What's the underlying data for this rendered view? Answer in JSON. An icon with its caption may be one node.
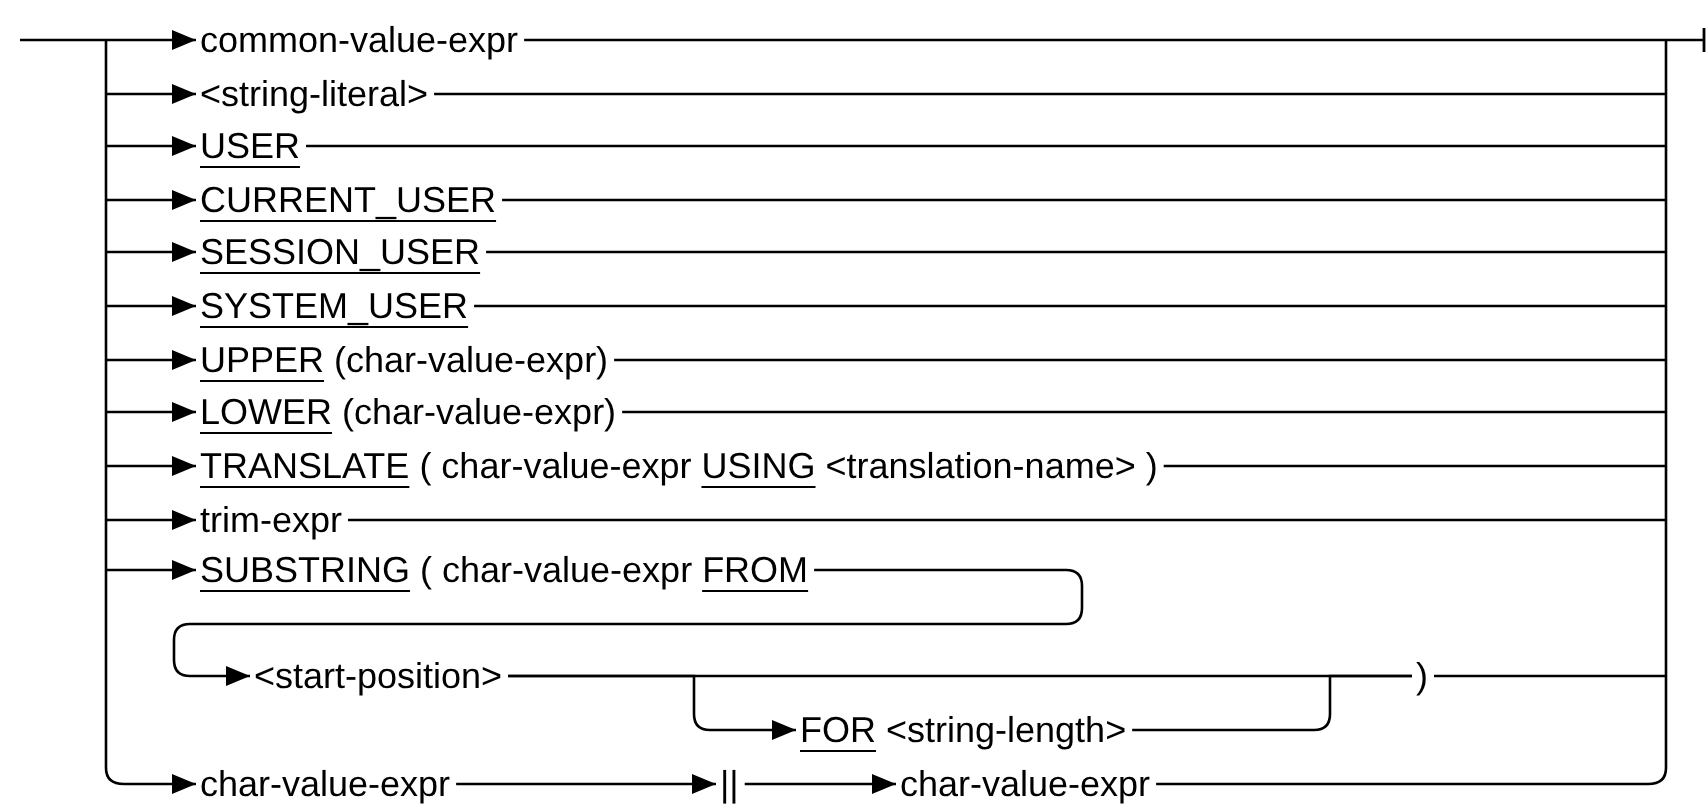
{
  "diagram": {
    "nodes": [
      {
        "text": [
          "common-value-expr"
        ]
      },
      {
        "text": [
          "<string-literal>"
        ]
      },
      {
        "text": [
          "USER"
        ]
      },
      {
        "text": [
          "CURRENT_USER"
        ]
      },
      {
        "text": [
          "SESSION_USER"
        ]
      },
      {
        "text": [
          "SYSTEM_USER"
        ]
      },
      {
        "text": [
          "UPPER",
          "(char-value-expr)"
        ]
      },
      {
        "text": [
          "LOWER",
          "(char-value-expr)"
        ]
      },
      {
        "text": [
          "TRANSLATE",
          "( char-value-expr",
          "USING",
          "<translation-name> )"
        ]
      },
      {
        "text": [
          "trim-expr"
        ]
      },
      {
        "text": [
          "SUBSTRING",
          "( char-value-expr",
          "FROM"
        ]
      },
      {
        "text": [
          "<start-position>"
        ]
      },
      {
        "text": [
          "FOR",
          "<string-length>"
        ]
      },
      {
        "text": [
          ")"
        ]
      },
      {
        "text": [
          "char-value-expr"
        ]
      },
      {
        "text": [
          "||"
        ]
      },
      {
        "text": [
          "char-value-expr"
        ]
      }
    ],
    "edges": [
      {
        "from": null,
        "to": 0,
        "arrow": "to"
      },
      {
        "from": null,
        "to": 1,
        "arrow": "to"
      },
      {
        "from": null,
        "to": 2,
        "arrow": "to"
      },
      {
        "from": null,
        "to": 3,
        "arrow": "to"
      },
      {
        "from": null,
        "to": 4,
        "arrow": "to"
      },
      {
        "from": null,
        "to": 5,
        "arrow": "to"
      },
      {
        "from": null,
        "to": 6,
        "arrow": "to"
      },
      {
        "from": null,
        "to": 7,
        "arrow": "to"
      },
      {
        "from": null,
        "to": 8,
        "arrow": "to"
      },
      {
        "from": null,
        "to": 9,
        "arrow": "to"
      },
      {
        "from": null,
        "to": 10,
        "arrow": "to"
      },
      {
        "from": null,
        "to": 14,
        "arrow": "to"
      },
      {
        "from": 0,
        "to": null,
        "arrow": "none"
      },
      {
        "from": 1,
        "to": null,
        "arrow": "none"
      },
      {
        "from": 2,
        "to": null,
        "arrow": "none"
      },
      {
        "from": 3,
        "to": null,
        "arrow": "none"
      },
      {
        "from": 4,
        "to": null,
        "arrow": "none"
      },
      {
        "from": 5,
        "to": null,
        "arrow": "none"
      },
      {
        "from": 6,
        "to": null,
        "arrow": "none"
      },
      {
        "from": 7,
        "to": null,
        "arrow": "none"
      },
      {
        "from": 8,
        "to": null,
        "arrow": "none"
      },
      {
        "from": 9,
        "to": null,
        "arrow": "none"
      },
      {
        "from": 10,
        "to": 11,
        "arrow": "to"
      },
      {
        "from": 11,
        "to": 13,
        "arrow": "none"
      },
      {
        "from": 11,
        "to": 12,
        "arrow": "to"
      },
      {
        "from": 12,
        "to": 13,
        "arrow": "none"
      },
      {
        "from": 13,
        "to": null,
        "arrow": "none"
      },
      {
        "from": 14,
        "to": 15,
        "arrow": "to"
      },
      {
        "from": 15,
        "to": 16,
        "arrow": "to"
      },
      {
        "from": 16,
        "to": null,
        "arrow": "none"
      }
    ]
  }
}
